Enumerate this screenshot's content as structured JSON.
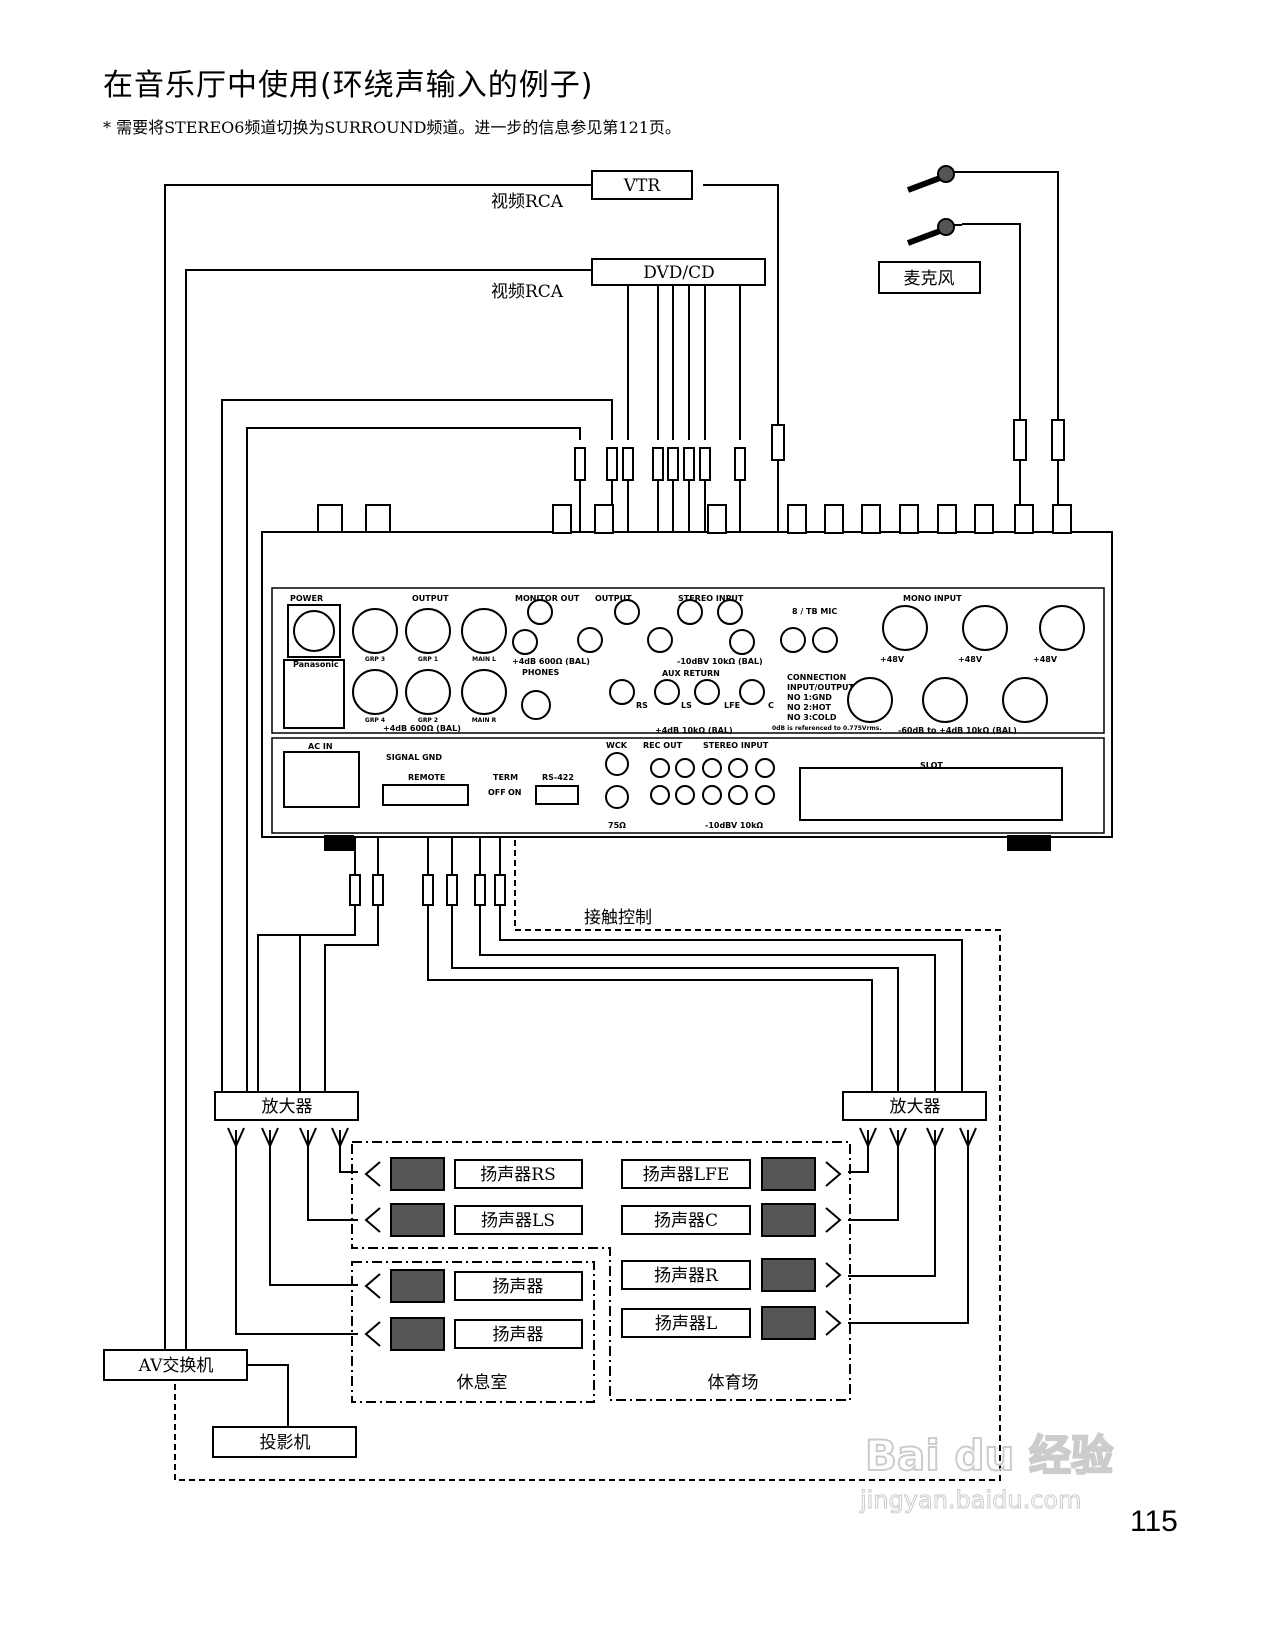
{
  "page": {
    "title": "在音乐厅中使用(环绕声输入的例子)",
    "note": "* 需要将STEREO6频道切换为SURROUND频道。进一步的信息参见第121页。",
    "page_number": "115",
    "watermark": "Baidu经验 jingyan.baidu.com"
  },
  "devices": {
    "vtr": "VTR",
    "dvd": "DVD/CD",
    "video_rca_1": "视频RCA",
    "video_rca_2": "视频RCA",
    "mic": "麦克风",
    "amp_left": "放大器",
    "amp_right": "放大器",
    "av_switcher": "AV交换机",
    "projector": "投影机",
    "contact_control": "接触控制"
  },
  "speakers": {
    "rs": "扬声器RS",
    "ls": "扬声器LS",
    "lounge_1": "扬声器",
    "lounge_2": "扬声器",
    "lfe": "扬声器LFE",
    "c": "扬声器C",
    "r": "扬声器R",
    "l": "扬声器L"
  },
  "zones": {
    "lounge": "休息室",
    "stadium": "体育场"
  },
  "mixer": {
    "power": "POWER",
    "on": "ON",
    "off": "OFF",
    "brand": "Panasonic",
    "output": "OUTPUT",
    "monitor_out": "MONITOR OUT",
    "output2": "OUTPUT",
    "stereo_input": "STEREO INPUT",
    "mono_input": "MONO INPUT",
    "phones": "PHONES",
    "aux_return": "AUX RETURN",
    "tb_mic": "8 / TB MIC",
    "spec_out": "+4dB 600Ω (BAL)",
    "spec_aux": "+4dB 10kΩ (BAL)",
    "spec_mono": "-60dB to +4dB 10kΩ (BAL)",
    "spec_stereo": "-10dBV 10kΩ (BAL)",
    "connection": "CONNECTION",
    "conn_1": "INPUT/OUTPUT",
    "conn_2": "NO 1:GND",
    "conn_3": "NO 2:HOT",
    "conn_4": "NO 3:COLD",
    "ref": "0dB is referenced to 0.775Vrms.",
    "ac_in": "AC IN",
    "signal_gnd": "SIGNAL GND",
    "remote": "REMOTE",
    "term": "TERM",
    "term_off": "OFF",
    "term_on": "ON",
    "rs422": "RS-422",
    "wck": "WCK",
    "rec_out": "REC OUT",
    "stereo_input2": "STEREO INPUT",
    "slot": "SLOT",
    "p48v": "+48V",
    "grp3": "GRP 3",
    "grp1": "GRP 1",
    "mainl": "MAIN L",
    "grp4": "GRP 4",
    "grp2": "GRP 2",
    "mainr": "MAIN R",
    "rs": "RS",
    "ls": "LS",
    "lfe": "LFE",
    "c": "C",
    "ohm75": "75Ω",
    "dbv": "-10dBV 10kΩ"
  }
}
